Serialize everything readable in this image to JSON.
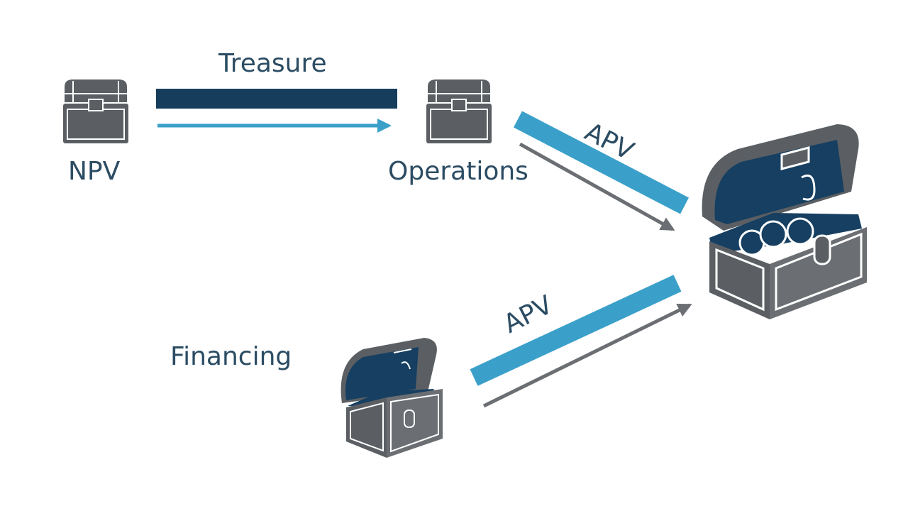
{
  "labels": {
    "npv": "NPV",
    "treasure": "Treasure",
    "operations": "Operations",
    "financing": "Financing",
    "apv_top": "APV",
    "apv_bottom": "APV"
  },
  "colors": {
    "navy": "#173d5c",
    "blue": "#3aa0c9",
    "grey": "#6b6e72",
    "chest": "#5b5f63",
    "text": "#2b4c63",
    "chest_interior": "#163f61"
  },
  "icons": [
    "treasure-chest-closed-icon",
    "treasure-chest-open-icon",
    "coin-icon"
  ]
}
